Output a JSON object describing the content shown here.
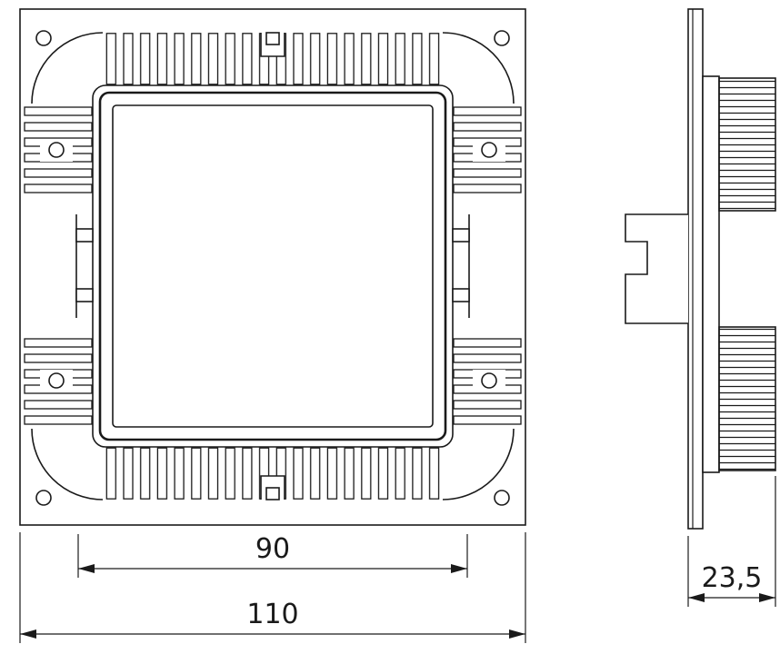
{
  "styles": {
    "line_color": "#1a1a1a",
    "background": "#ffffff"
  },
  "dimensions": {
    "cutout_width": {
      "label": "90"
    },
    "overall_width": {
      "label": "110"
    },
    "depth": {
      "label": "23,5"
    }
  }
}
